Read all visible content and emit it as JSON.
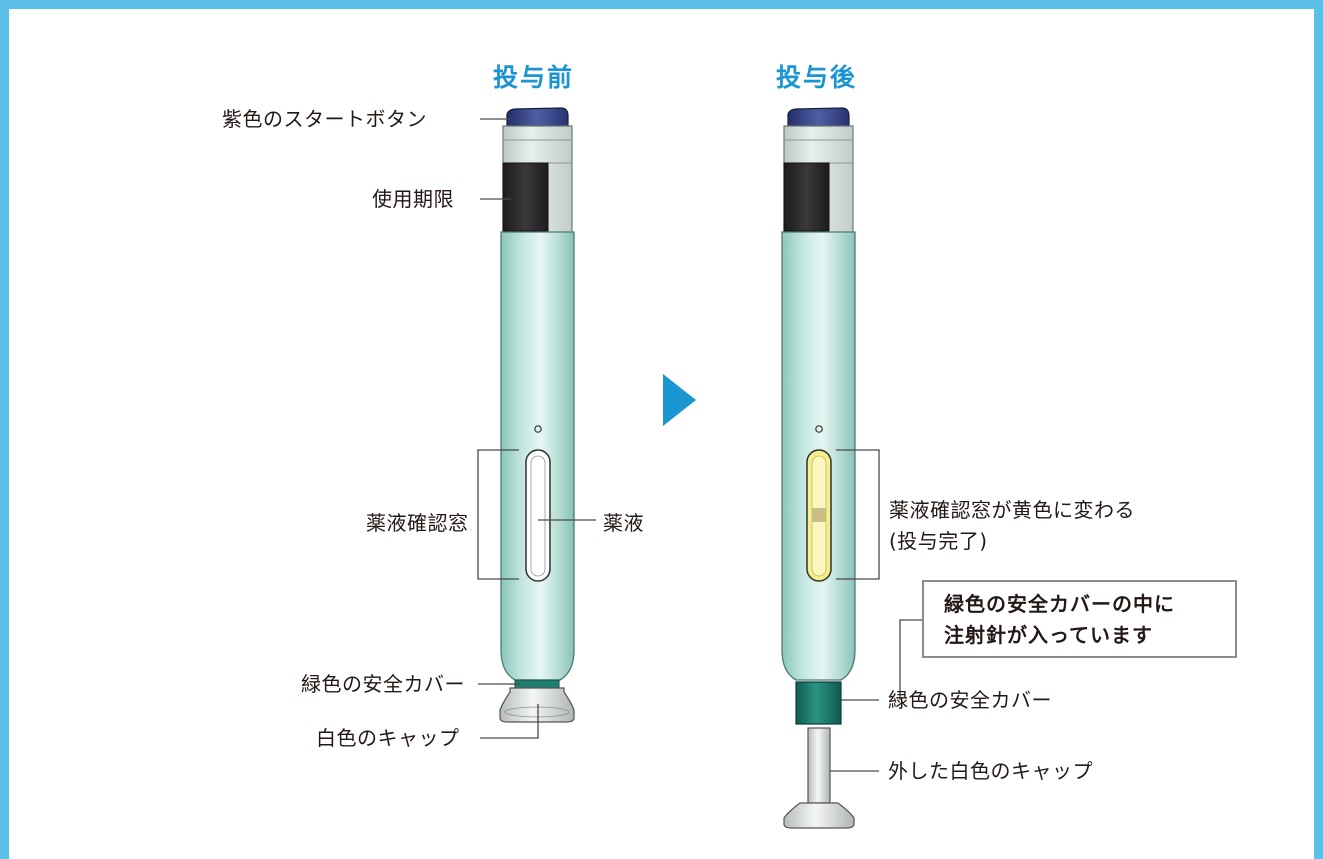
{
  "headers": {
    "before": "投与前",
    "after": "投与後"
  },
  "before_labels": {
    "start_button": "紫色のスタートボタン",
    "expiry": "使用期限",
    "window": "薬液確認窓",
    "liquid": "薬液",
    "safety_cover": "緑色の安全カバー",
    "cap": "白色のキャップ"
  },
  "after_labels": {
    "window_line1": "薬液確認窓が黄色に変わる",
    "window_line2": "(投与完了)",
    "callout_line1": "緑色の安全カバーの中に",
    "callout_line2": "注射針が入っています",
    "safety_cover": "緑色の安全カバー",
    "removed_cap": "外した白色のキャップ"
  },
  "colors": {
    "frame": "#5bc1e6",
    "header": "#1a95d2",
    "arrow": "#1a95d2",
    "pen_body": "#bfe3dc",
    "start_button": "#3a4b8e",
    "expiry_label": "#2e2b2e",
    "safety_cover": "#1b7a6c",
    "window_after": "#f5f088"
  }
}
